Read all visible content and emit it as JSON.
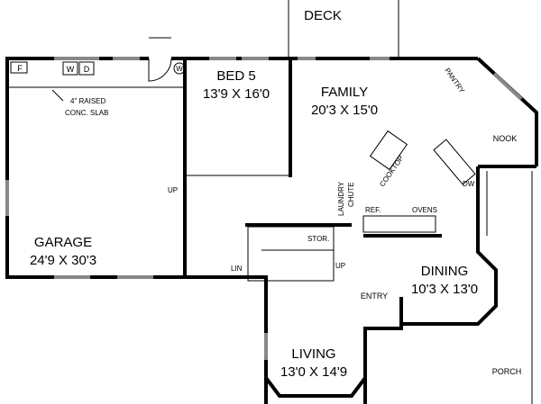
{
  "rooms": {
    "deck": {
      "name": "DECK"
    },
    "family": {
      "name": "FAMILY",
      "size": "20'3 X 15'0"
    },
    "bed5": {
      "name": "BED 5",
      "size": "13'9 X 16'0"
    },
    "garage": {
      "name": "GARAGE",
      "size": "24'9 X 30'3"
    },
    "nook": {
      "name": "NOOK"
    },
    "dining": {
      "name": "DINING",
      "size": "10'3 X 13'0"
    },
    "living": {
      "name": "LIVING",
      "size": "13'0 X 14'9"
    },
    "entry": {
      "name": "ENTRY"
    },
    "porch": {
      "name": "PORCH"
    }
  },
  "fixtures": {
    "freezer": "F",
    "washer": "W",
    "dryer": "D",
    "water_heater": "W",
    "slab_note_1": "4\" RAISED",
    "slab_note_2": "CONC. SLAB",
    "pantry": "PANTRY",
    "cooktop": "COOKTOP",
    "laundry_1": "LAUNDRY",
    "laundry_2": "CHUTE",
    "ref": "REF.",
    "ovens": "OVENS",
    "dw": "DW",
    "stor": "STOR.",
    "lin": "LIN",
    "up_garage": "UP",
    "up_stair": "UP"
  }
}
